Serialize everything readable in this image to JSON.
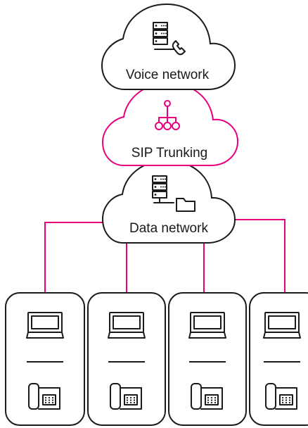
{
  "diagram": {
    "accent_color": "#e6007e",
    "outline_color": "#1a1a1a",
    "clouds": {
      "voice": {
        "label": "Voice network",
        "icon": "server-phone-icon"
      },
      "sip": {
        "label": "SIP Trunking",
        "icon": "network-hub-icon"
      },
      "data": {
        "label": "Data network",
        "icon": "server-folder-icon"
      }
    },
    "endpoints": [
      {
        "devices": [
          "laptop-icon",
          "desk-phone-icon"
        ]
      },
      {
        "devices": [
          "laptop-icon",
          "desk-phone-icon"
        ]
      },
      {
        "devices": [
          "laptop-icon",
          "desk-phone-icon"
        ]
      },
      {
        "devices": [
          "laptop-icon",
          "desk-phone-icon"
        ]
      }
    ]
  }
}
